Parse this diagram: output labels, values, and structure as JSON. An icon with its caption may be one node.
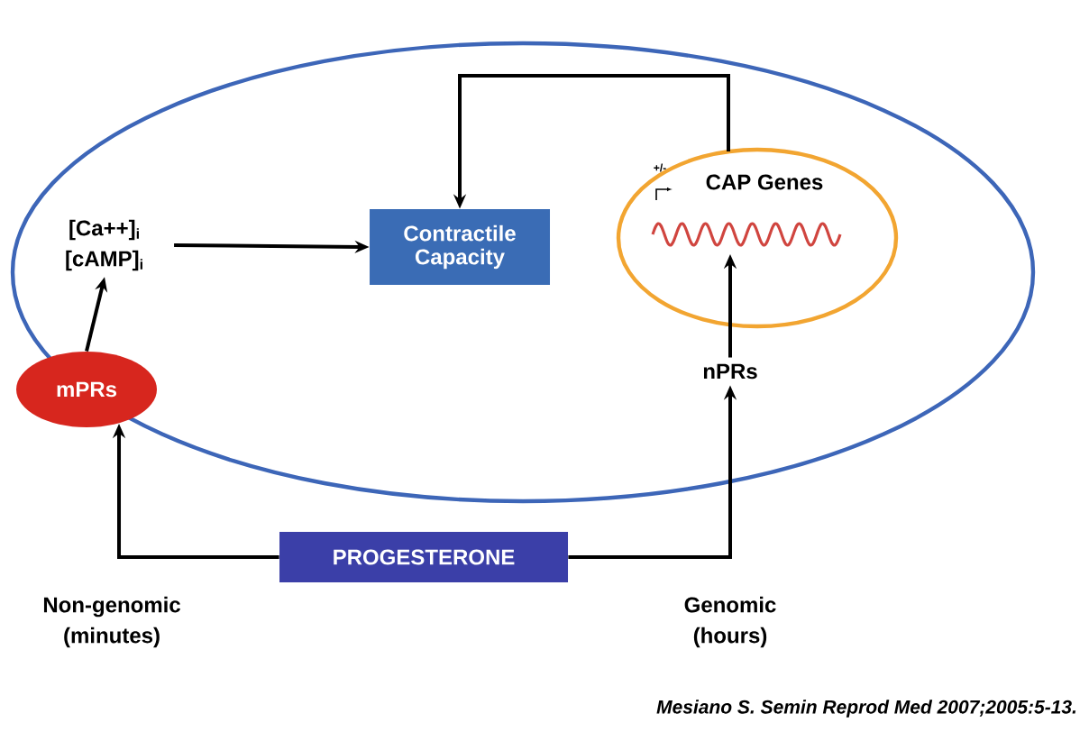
{
  "diagram": {
    "caption": "Mesiano S. Semin Reprod Med 2007;2005:5-13.",
    "nodes": [
      {
        "text": [],
        "shape": "ellipse"
      },
      {
        "text": [
          "[Ca++]$_{i}$ [cAMP]$_{i}$"
        ],
        "in": 0
      },
      {
        "text": [
          "Contractile Capacity"
        ],
        "in": 0
      },
      {
        "text": [
          "+/-",
          "CAP Genes"
        ],
        "in": 0
      },
      {
        "text": [
          "mPRs"
        ],
        "in": 0
      },
      {
        "text": [
          "nPRs"
        ],
        "in": 0
      },
      {
        "text": [
          "PROGESTERONE"
        ]
      }
    ],
    "edges": [
      {
        "from": 1,
        "to": 2,
        "arrow": "to"
      },
      {
        "from": 4,
        "to": 1,
        "arrow": "to"
      },
      {
        "from": 5,
        "to": 3,
        "arrow": "to"
      },
      {
        "from": 3,
        "to": 2,
        "arrow": "to"
      },
      {
        "from": 6,
        "to": 4,
        "arrow": "to",
        "label": "Non-genomic (minutes)"
      },
      {
        "from": 6,
        "to": 5,
        "arrow": "to",
        "label": "Genomic (hours)"
      }
    ]
  }
}
